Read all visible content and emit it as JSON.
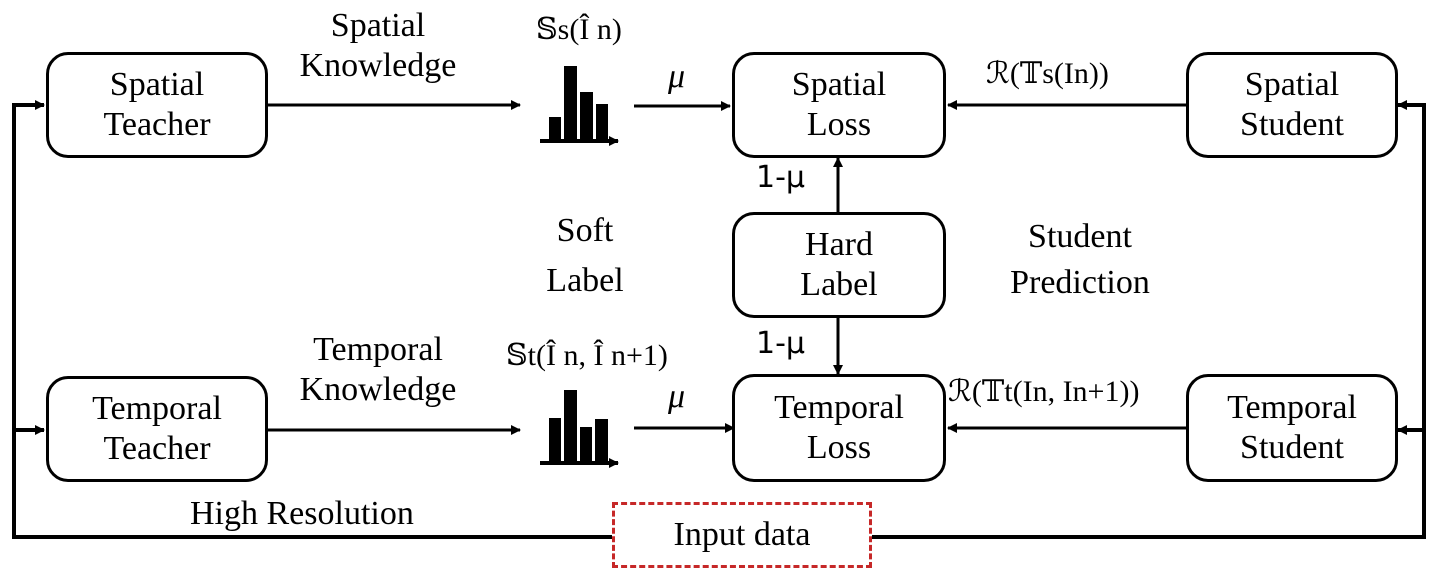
{
  "nodes": {
    "spatial_teacher": {
      "line1": "Spatial",
      "line2": "Teacher"
    },
    "temporal_teacher": {
      "line1": "Temporal",
      "line2": "Teacher"
    },
    "spatial_loss": {
      "line1": "Spatial",
      "line2": "Loss"
    },
    "temporal_loss": {
      "line1": "Temporal",
      "line2": "Loss"
    },
    "hard_label": {
      "line1": "Hard",
      "line2": "Label"
    },
    "spatial_student": {
      "line1": "Spatial",
      "line2": "Student"
    },
    "temporal_student": {
      "line1": "Temporal",
      "line2": "Student"
    },
    "input_data": "Input data"
  },
  "labels": {
    "spatial_knowledge": {
      "line1": "Spatial",
      "line2": "Knowledge"
    },
    "temporal_knowledge": {
      "line1": "Temporal",
      "line2": "Knowledge"
    },
    "soft_label": {
      "line1": "Soft",
      "line2": "Label"
    },
    "student_prediction": {
      "line1": "Student",
      "line2": "Prediction"
    },
    "high_resolution": "High Resolution",
    "mu": "μ",
    "one_minus_mu": "1-μ"
  },
  "math": {
    "spatial_soft": "𝕊s(Î n)",
    "temporal_soft": "𝕊t(Î n, Î n+1)",
    "spatial_pred": "ℛ(𝕋s(In))",
    "temporal_pred": "ℛ(𝕋t(In, In+1))"
  },
  "colors": {
    "line": "#000000",
    "input_border": "#c62828"
  }
}
